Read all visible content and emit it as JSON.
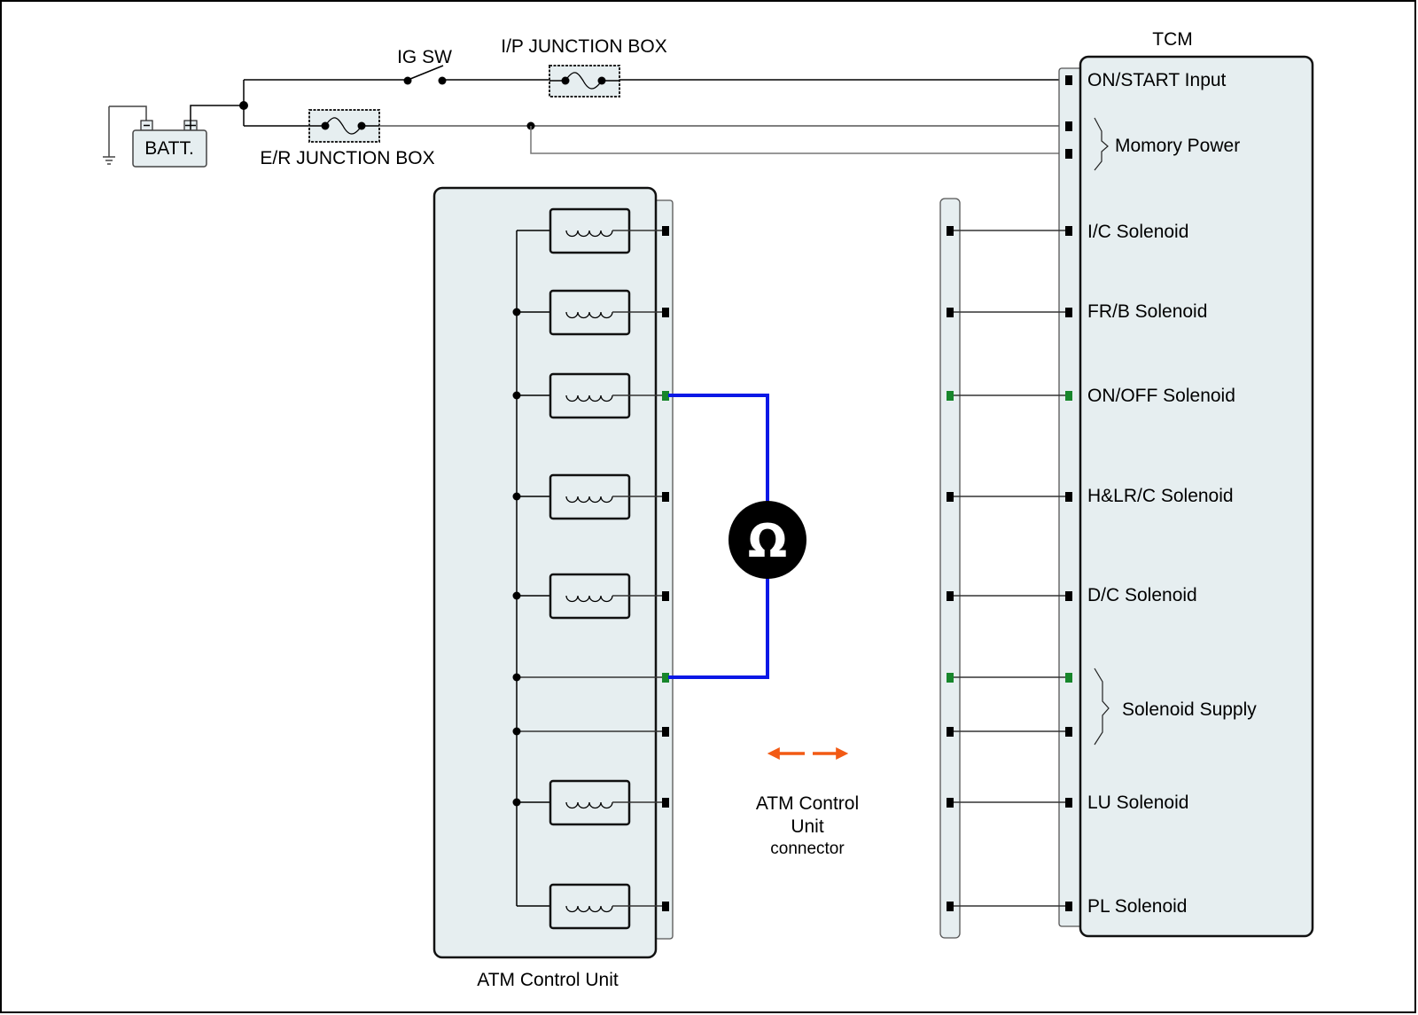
{
  "diagram": {
    "type": "wiring-schematic",
    "colors": {
      "module_fill": "#e6eef0",
      "wire": "#000000",
      "highlight_pin": "#17862b",
      "highlight_text": "#17862b",
      "meter_lead": "#0a18e6",
      "arrow": "#f25a14"
    },
    "power": {
      "battery_label": "BATT.",
      "ig_switch_label": "IG SW",
      "ip_junction_box_label": "I/P JUNCTION BOX",
      "er_junction_box_label": "E/R JUNCTION BOX"
    },
    "tcm": {
      "title": "TCM",
      "pins": [
        {
          "label": "ON/START Input",
          "highlight": false
        },
        {
          "label": "Momory Power",
          "highlight": false,
          "group_pins": 2
        },
        {
          "label": "I/C Solenoid",
          "highlight": false
        },
        {
          "label": "FR/B Solenoid",
          "highlight": false
        },
        {
          "label": "ON/OFF Solenoid",
          "highlight": true
        },
        {
          "label": "H&LR/C Solenoid",
          "highlight": false
        },
        {
          "label": "D/C Solenoid",
          "highlight": false
        },
        {
          "label": "Solenoid Supply",
          "highlight": true,
          "group_pins": 2
        },
        {
          "label": "LU Solenoid",
          "highlight": false
        },
        {
          "label": "PL Solenoid",
          "highlight": false
        }
      ]
    },
    "atm_control_unit": {
      "label": "ATM Control Unit",
      "solenoid_count": 7,
      "connector_label_line1": "ATM Control",
      "connector_label_line2": "Unit",
      "connector_label_line3": "connector"
    },
    "meter": {
      "symbol": "Ω",
      "name": "ohmmeter"
    },
    "arrow_legend": {
      "icon": "double-arrow-icon"
    }
  }
}
